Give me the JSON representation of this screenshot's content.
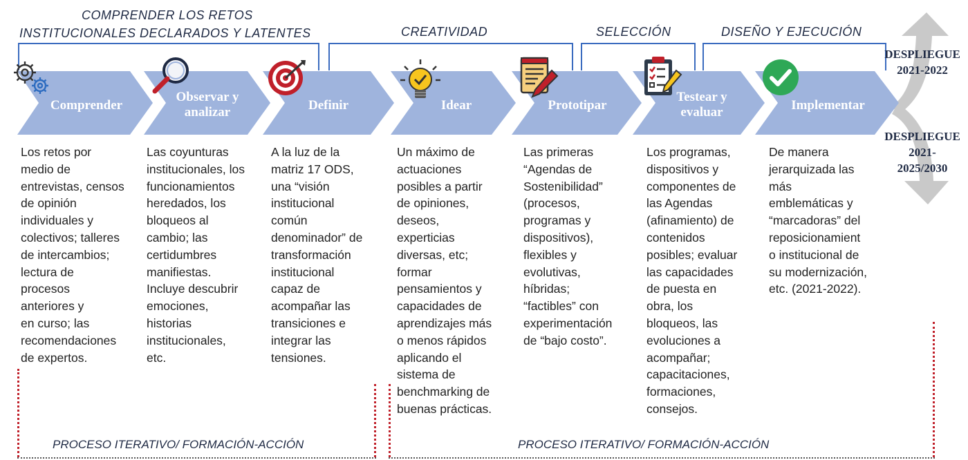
{
  "phases": {
    "comprender_line1": "COMPRENDER LOS RETOS",
    "comprender_line2": "INSTITUCIONALES DECLARADOS Y LATENTES",
    "creatividad": "CREATIVIDAD",
    "seleccion": "SELECCIÓN",
    "diseno": "DISEÑO Y EJECUCIÓN"
  },
  "steps": [
    {
      "label": "Comprender",
      "icon": "gears-icon"
    },
    {
      "label": "Observar y analizar",
      "icon": "magnifier-icon"
    },
    {
      "label": "Definir",
      "icon": "target-icon"
    },
    {
      "label": "Idear",
      "icon": "lightbulb-icon"
    },
    {
      "label": "Prototipar",
      "icon": "document-pencil-icon"
    },
    {
      "label": "Testear y evaluar",
      "icon": "clipboard-checklist-icon"
    },
    {
      "label": "Implementar",
      "icon": "check-circle-icon"
    }
  ],
  "descriptions": [
    "Los retos por\nmedio de\nentrevistas, censos\nde opinión\nindividuales y\ncolectivos; talleres\nde intercambios;\nlectura de\nprocesos\nanteriores y\nen curso; las\nrecomendaciones\nde expertos.",
    "Las coyunturas\ninstitucionales, los\nfuncionamientos\nheredados, los\nbloqueos al\ncambio; las\ncertidumbres\nmanifiestas.\nIncluye descubrir\nemociones,\nhistorias\ninstitucionales,\netc.",
    "A la luz de la\nmatriz 17 ODS,\nuna “visión\ninstitucional\ncomún\ndenominador” de\ntransformación\ninstitucional\ncapaz de\nacompañar las\ntransiciones e\nintegrar las\ntensiones.",
    "Un máximo de\nactuaciones\nposibles a partir\nde opiniones,\ndeseos,\nexperticias\ndiversas, etc;\nformar\npensamientos y\ncapacidades  de\naprendizajes más\no menos rápidos\naplicando el\nsistema de\nbenchmarking de\nbuenas prácticas.",
    "Las primeras\n“Agendas de\nSostenibilidad”\n(procesos,\nprogramas y\ndispositivos),\nflexibles y\nevolutivas,\nhíbridas;\n“factibles” con\nexperimentación\nde “bajo costo”.",
    "Los programas,\ndispositivos y\ncomponentes de\nlas Agendas\n(afinamiento) de\ncontenidos\nposibles; evaluar\nlas capacidades\nde puesta en\nobra, los\nbloqueos, las\nevoluciones a\nacompañar;\ncapacitaciones,\nformaciones,\nconsejos.",
    "De manera\njerarquizada las\nmás\nemblemáticas y\n“marcadoras” del\nreposicionamient\no institucional de\nsu modernización,\netc. (2021-2022)."
  ],
  "deploy": {
    "top_line1": "DESPLIEGUE",
    "top_line2": "2021-2022",
    "bottom_line1": "DESPLIEGUE",
    "bottom_line2": "2021-",
    "bottom_line3": "2025/2030"
  },
  "iterative": {
    "left": "PROCESO ITERATIVO/ FORMACIÓN-ACCIÓN",
    "right": "PROCESO ITERATIVO/ FORMACIÓN-ACCIÓN"
  },
  "colors": {
    "chevron": "#9fb4dd",
    "bracket": "#3a6bbf",
    "dotted": "#c0202a",
    "arrow": "#c9c9c9"
  }
}
